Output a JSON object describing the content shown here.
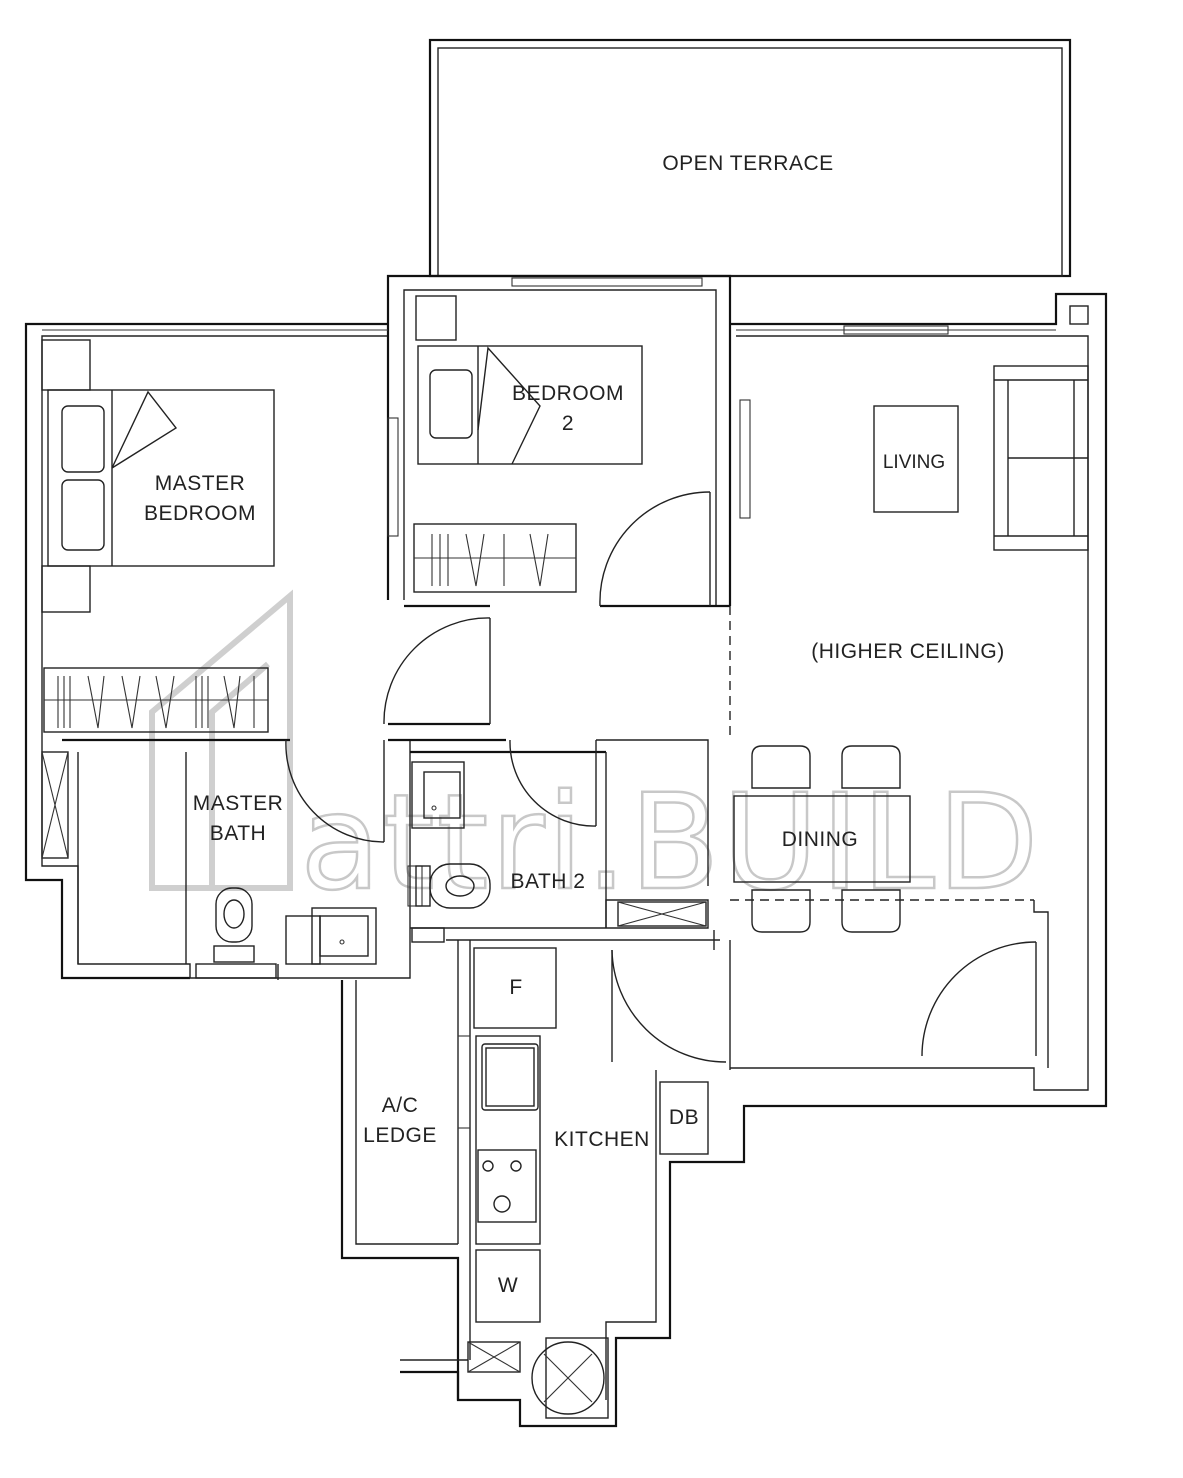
{
  "floor_plan": {
    "rooms": {
      "open_terrace": "OPEN TERRACE",
      "bedroom2_line1": "BEDROOM",
      "bedroom2_line2": "2",
      "master_bedroom_line1": "MASTER",
      "master_bedroom_line2": "BEDROOM",
      "living": "LIVING",
      "higher_ceiling": "(HIGHER CEILING)",
      "master_bath_line1": "MASTER",
      "master_bath_line2": "BATH",
      "bath2": "BATH 2",
      "dining": "DINING",
      "ac_ledge_line1": "A/C",
      "ac_ledge_line2": "LEDGE",
      "kitchen": "KITCHEN"
    },
    "fixtures": {
      "fridge": "F",
      "db": "DB",
      "washer": "W"
    },
    "watermark": "attri.BUILD"
  }
}
